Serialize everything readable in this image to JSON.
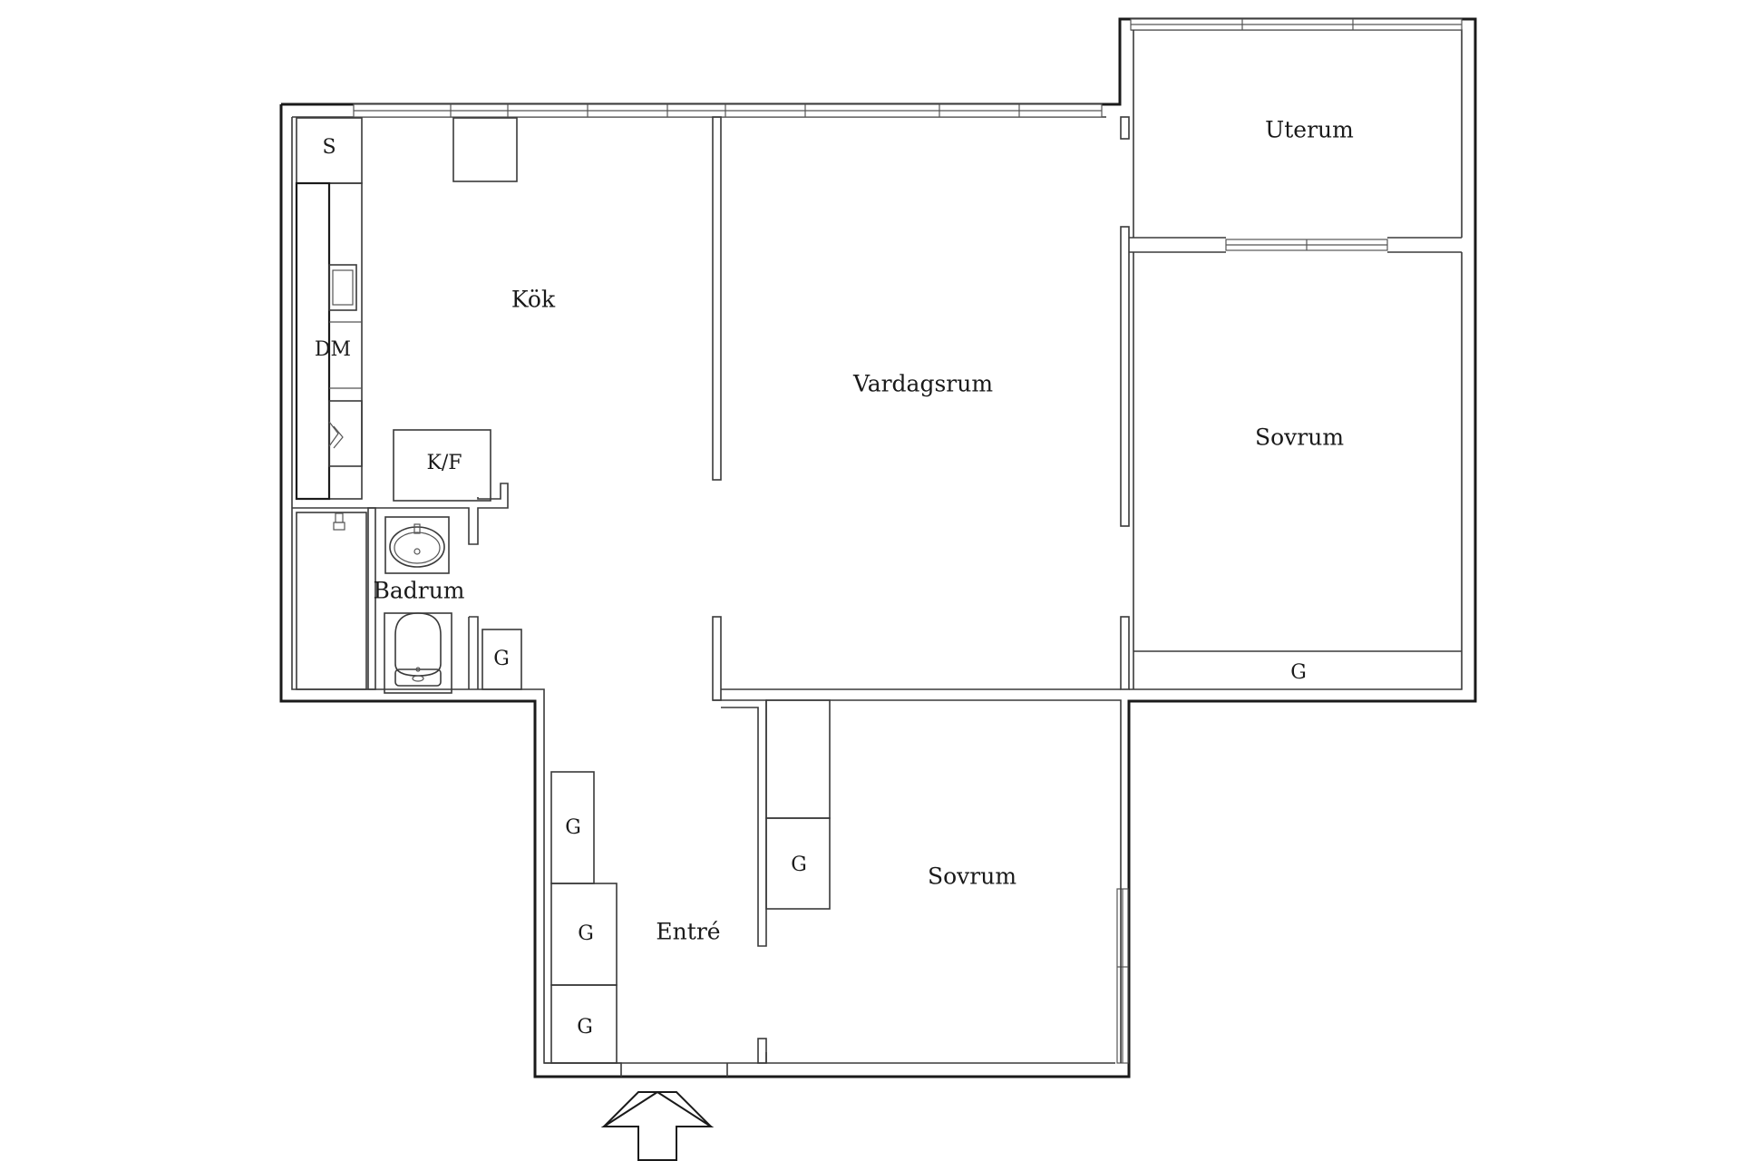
{
  "rooms": {
    "kitchen": "Kök",
    "living_room": "Vardagsrum",
    "sunroom": "Uterum",
    "bedroom_upper": "Sovrum",
    "bedroom_lower": "Sovrum",
    "bathroom": "Badrum",
    "entrance": "Entré"
  },
  "fixtures": {
    "storage_s": "S",
    "dishwasher": "DM",
    "fridge_freezer": "K/F",
    "wardrobe": "G"
  }
}
